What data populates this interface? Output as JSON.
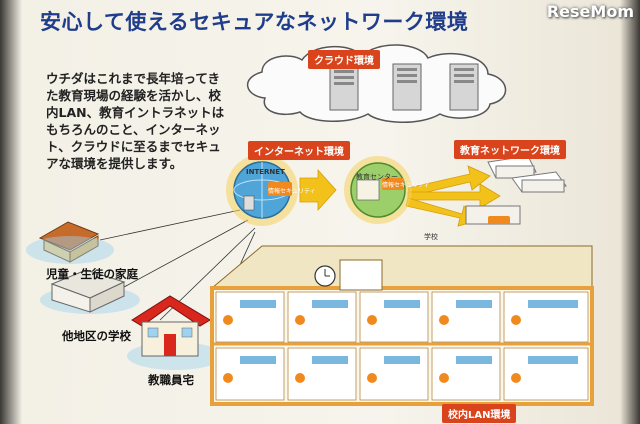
{
  "title": "安心して使えるセキュアなネットワーク環境",
  "watermark": "ReseMom",
  "intro": "ウチダはこれまで長年培ってき\nた教育現場の経験を活かし、校\n内LAN、教育イントラネットは\nもちろんのこと、インターネッ\nト、クラウドに至るまでセキュ\nアな環境を提供します。",
  "tags": {
    "cloud": "クラウド環境",
    "internet": "インターネット環境",
    "edu_network": "教育ネットワーク環境",
    "school_lan": "校内LAN環境"
  },
  "labels": {
    "home": "児童・生徒の家庭",
    "other_school": "他地区の学校",
    "teacher_home": "教職員宅"
  },
  "diagram": {
    "internet_node": "INTERNET",
    "firewall": "情報セキュリティ",
    "edu_center": "教育センター",
    "school": "学校"
  },
  "colors": {
    "title": "#1f3d8a",
    "tag": "#d9441c",
    "arrow": "#f2c21a",
    "school_frame": "#e8a13a"
  }
}
